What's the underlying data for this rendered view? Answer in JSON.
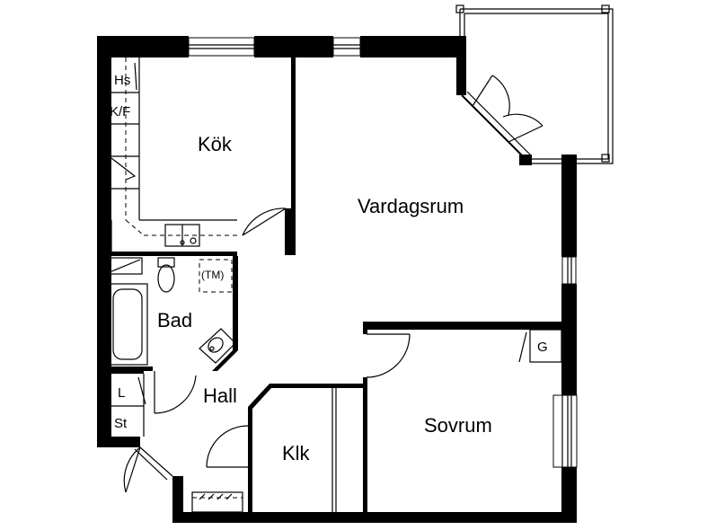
{
  "rooms": {
    "kok": "Kök",
    "vardagsrum": "Vardagsrum",
    "bad": "Bad",
    "hall": "Hall",
    "klk": "Klk",
    "sovrum": "Sovrum"
  },
  "fixtures": {
    "hs": "Hs",
    "kf": "K/F",
    "tm": "(TM)",
    "l": "L",
    "st": "St",
    "g": "G"
  }
}
